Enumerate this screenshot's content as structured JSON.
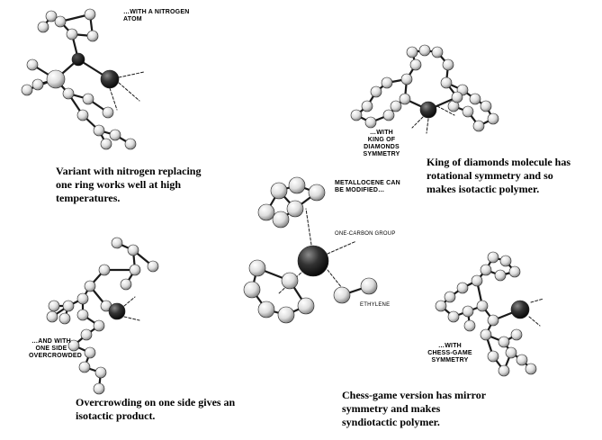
{
  "labels": {
    "nitrogen": "…WITH A NITROGEN\nATOM",
    "king_of_diamonds": "…WITH\nKING OF DIAMONDS\nSYMMETRY",
    "metallocene": "METALLOCENE CAN\nBE MODIFIED…",
    "one_carbon_group": "ONE-CARBON GROUP",
    "ethylene": "ETHYLENE",
    "overcrowded": "…AND WITH\nONE SIDE\nOVERCROWDED",
    "chess_game": "…WITH\nCHESS-GAME\nSYMMETRY"
  },
  "captions": {
    "nitrogen": "Variant with nitrogen replacing\none ring works well at high\ntemperatures.",
    "king_of_diamonds": "King of diamonds molecule has\nrotational symmetry and so\nmakes isotactic polymer.",
    "overcrowding": "Overcrowding on one side gives an\nisotactic product.",
    "chess_game": "Chess-game version has mirror\nsymmetry and makes\nsyndiotactic polymer."
  },
  "colors": {
    "atom_light": "#f2f2f2",
    "atom_shade": "#8a8a8a",
    "metal_light": "#777777",
    "metal_dark": "#111111",
    "bond": "#1a1a1a"
  }
}
